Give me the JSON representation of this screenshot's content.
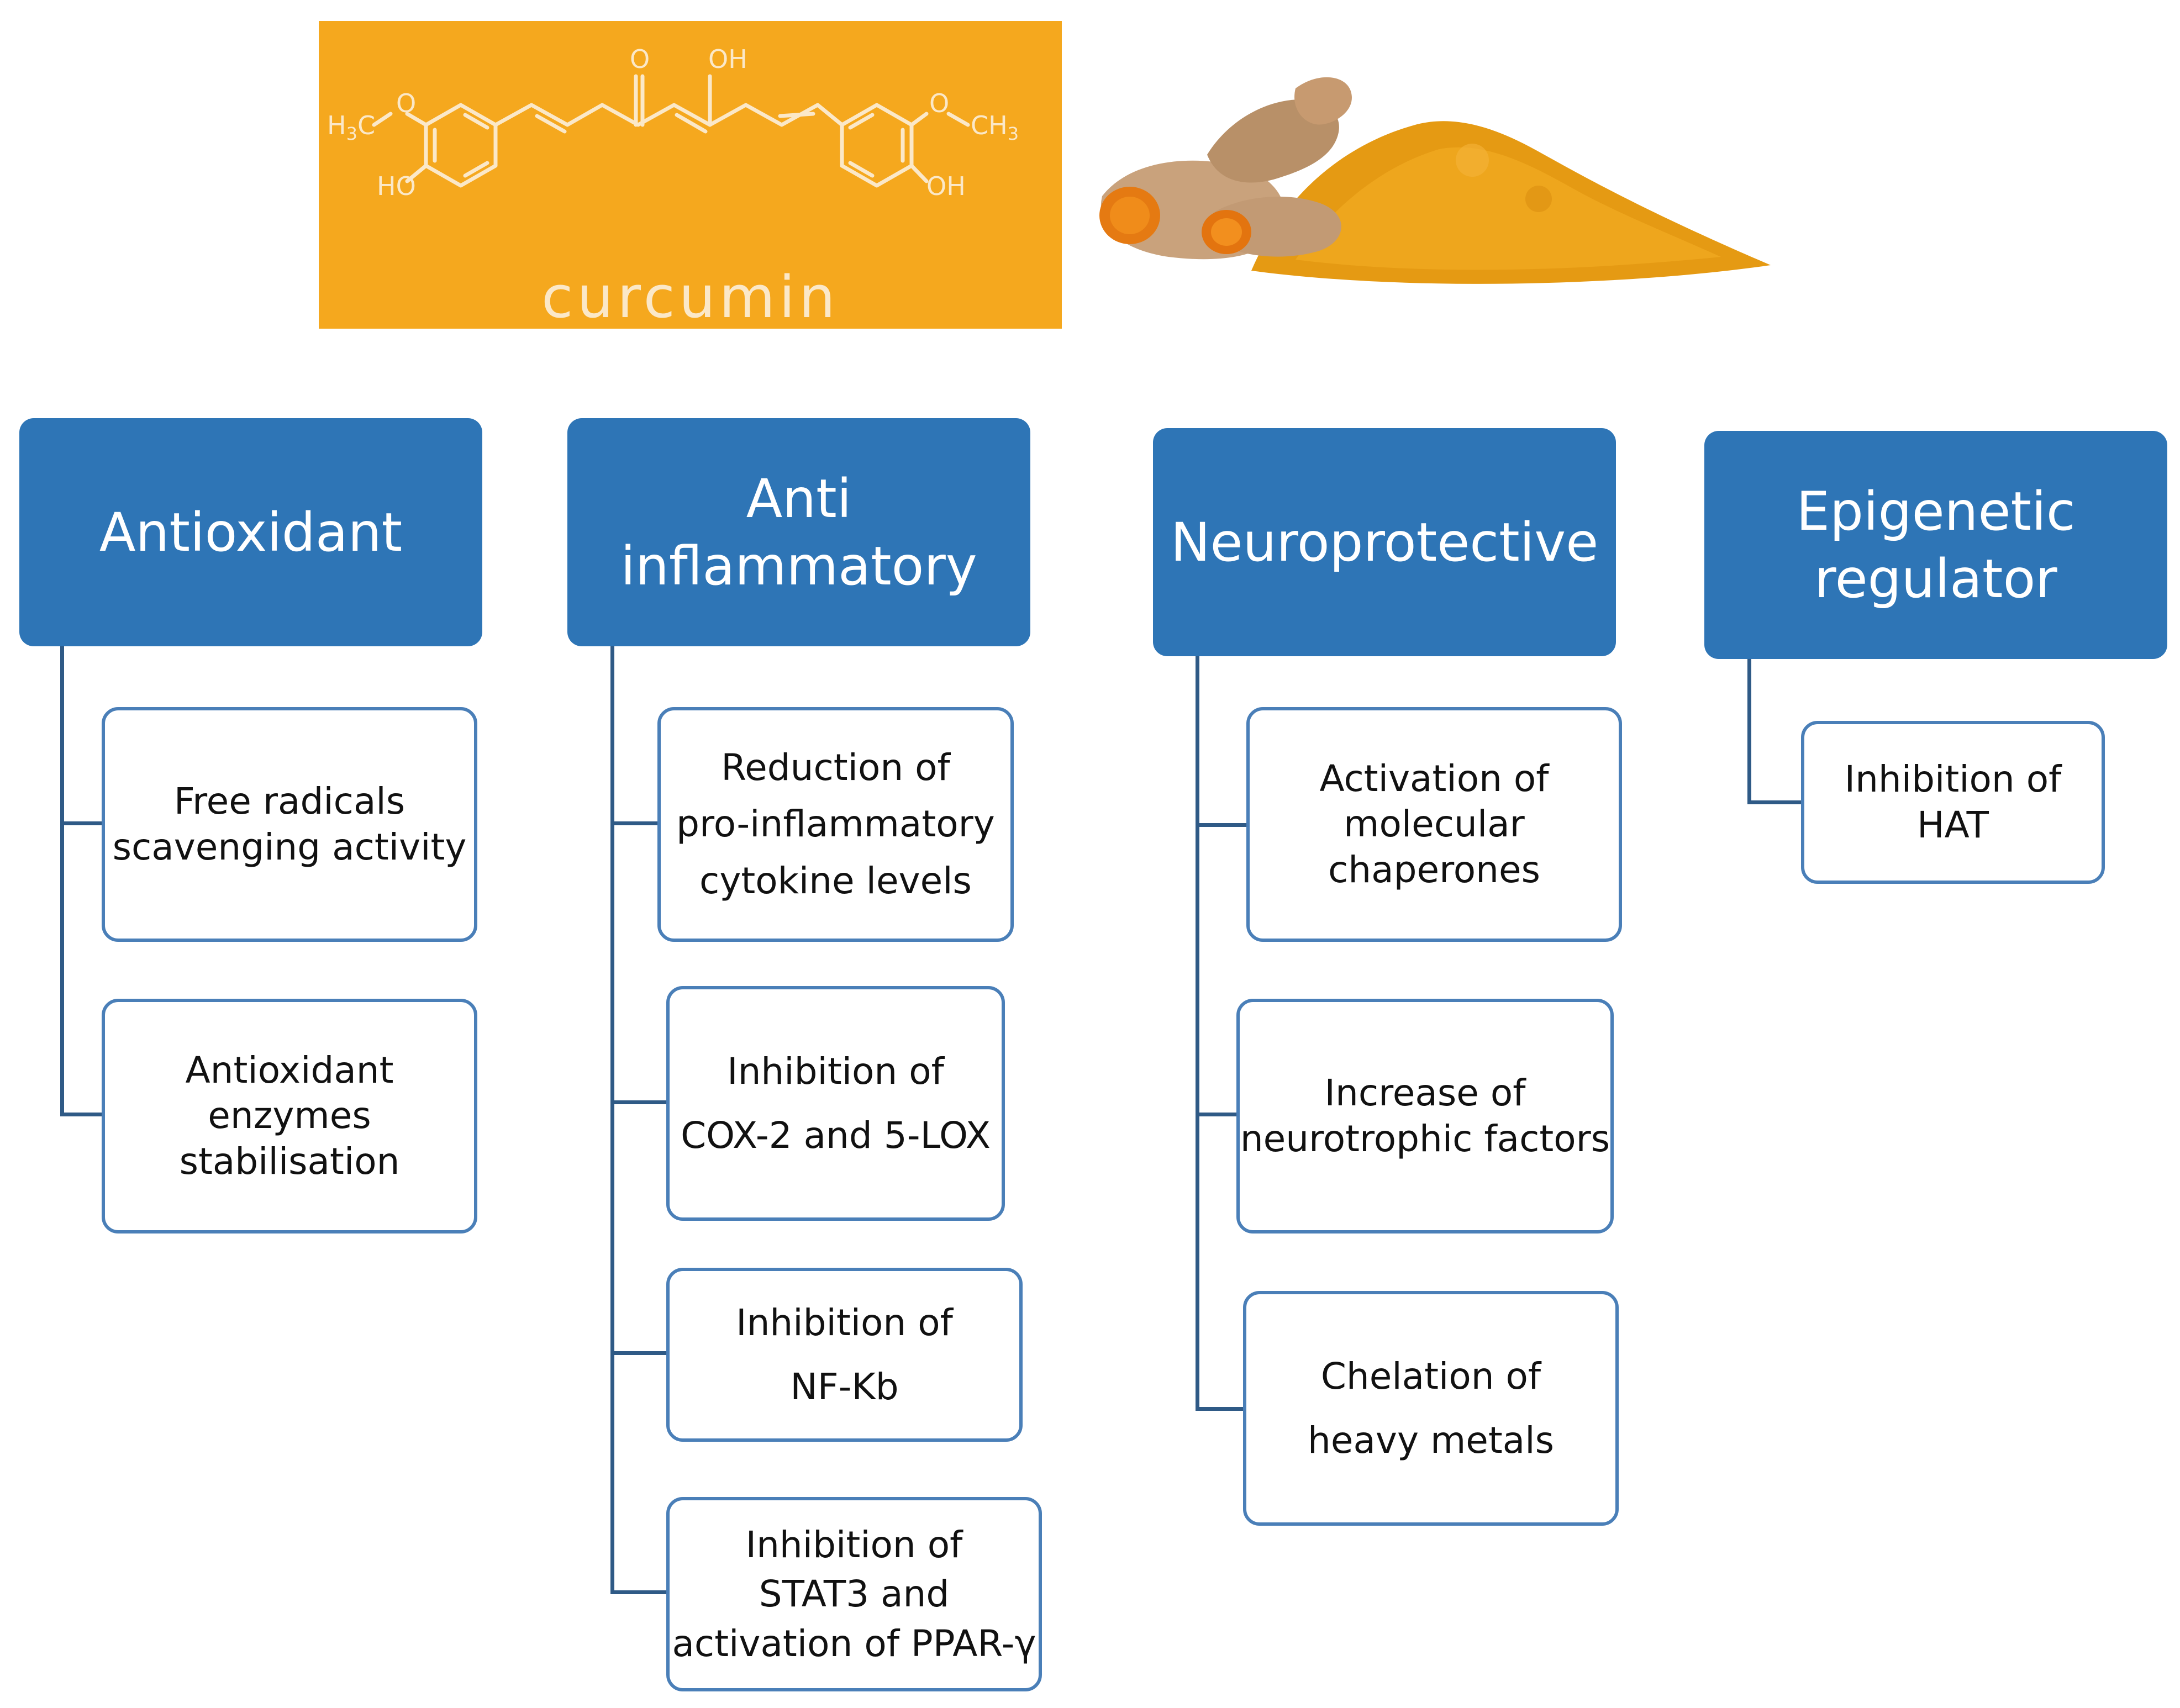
{
  "header": {
    "compound_name": "curcumin",
    "structure_labels": {
      "h3c": "H",
      "h3c_sub": "3",
      "h3c_c": "C",
      "o_left": "O",
      "ho_left": "HO",
      "o_ketone": "O",
      "oh_enol": "OH",
      "o_right": "O",
      "ch3_c": "CH",
      "ch3_sub": "3",
      "oh_right": "OH"
    },
    "panel_color": "#f5a81e",
    "photo_icon": "turmeric-root-and-powder-illustration"
  },
  "categories": [
    {
      "title": "Antioxidant",
      "items": [
        "Free radicals\nscavenging activity",
        "Antioxidant\nenzymes\nstabilisation"
      ]
    },
    {
      "title": "Anti\ninflammatory",
      "items": [
        "Reduction of\npro-inflammatory\ncytokine levels",
        "Inhibition of\nCOX-2 and 5-LOX",
        "Inhibition of\nNF-Kb",
        "Inhibition of\nSTAT3 and\nactivation of PPAR-γ"
      ]
    },
    {
      "title": "Neuroprotective",
      "items": [
        "Activation of\nmolecular\nchaperones",
        "Increase of\nneurotrophic factors",
        "Chelation of\nheavy metals"
      ]
    },
    {
      "title": "Epigenetic\nregulator",
      "items": [
        "Inhibition of\nHAT"
      ]
    }
  ],
  "colors": {
    "header_fill": "#2e75b6",
    "box_border": "#4a7fb8",
    "connector": "#2f5a86"
  }
}
